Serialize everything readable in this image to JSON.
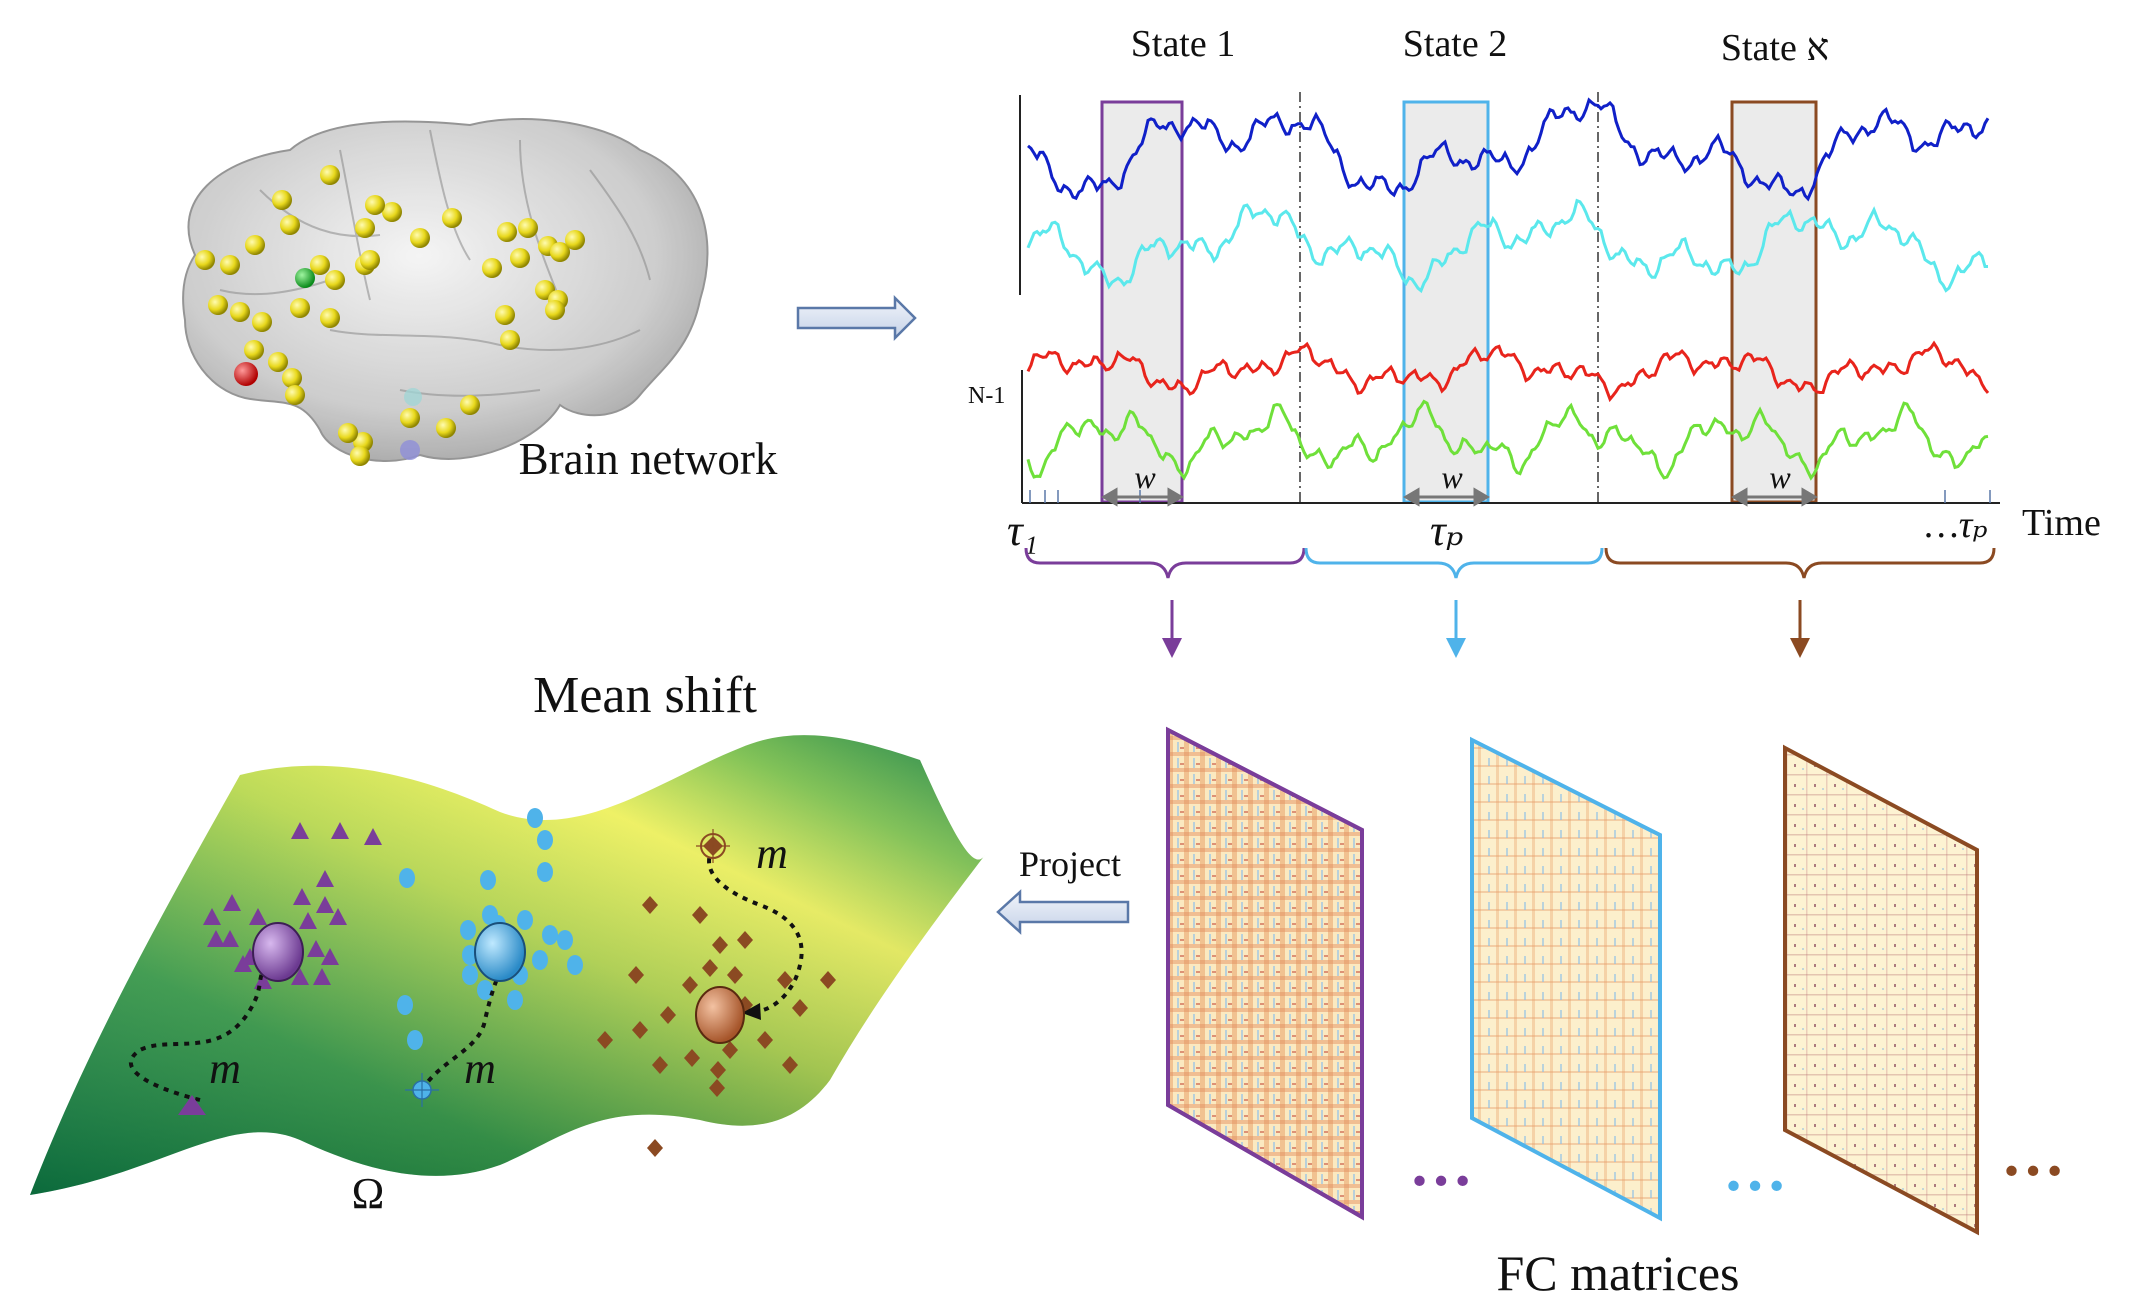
{
  "brain": {
    "label": "Brain network"
  },
  "timeseries": {
    "states": [
      "State 1",
      "State 2",
      "State א"
    ],
    "window_label": "w",
    "row_label": "N-1",
    "time_label": "Time",
    "tau_start": "τ₁",
    "tau_mid": "τₚ",
    "tau_end": "…τₚ"
  },
  "fc": {
    "label": "FC matrices",
    "ellipses": [
      "…",
      "…",
      "…"
    ]
  },
  "project": {
    "label": "Project"
  },
  "meanshift": {
    "title": "Mean shift",
    "omega": "Ω",
    "m_labels": [
      "m",
      "m",
      "m"
    ]
  },
  "colors": {
    "purple": "#7a3d9a",
    "light_blue": "#4fb3ea",
    "brown": "#8b4a22",
    "dark_blue": "#1020c8",
    "cyan": "#5be8ec",
    "red": "#e8241c",
    "green": "#6fe03a",
    "surface_green": "#1d8a4a",
    "surface_yellow": "#e6ef55"
  }
}
